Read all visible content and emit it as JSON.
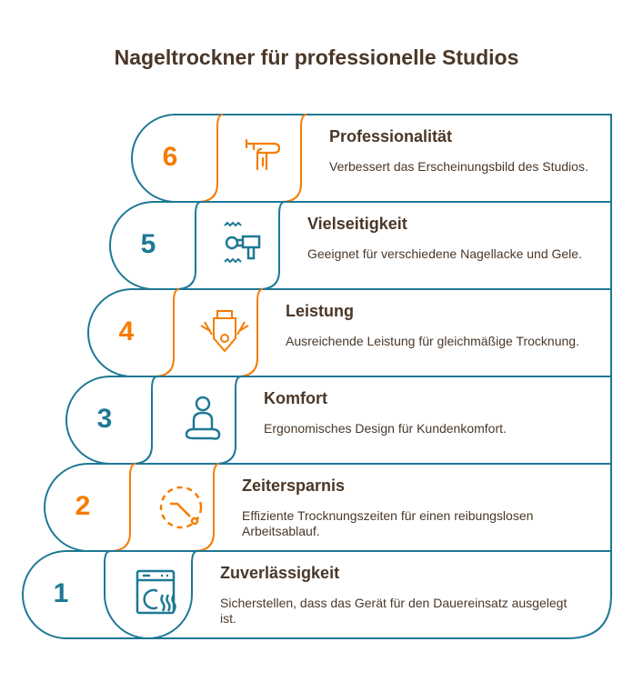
{
  "title": "Nageltrockner für professionelle Studios",
  "colors": {
    "teal": "#1e7896",
    "orange": "#f57c00",
    "text": "#4a3728"
  },
  "steps": [
    {
      "number": "6",
      "title": "Professionalität",
      "description": "Verbessert das Erscheinungsbild des Studios.",
      "icon": "hand-nail-dryer-icon",
      "color": "orange"
    },
    {
      "number": "5",
      "title": "Vielseitigkeit",
      "description": "Geeignet für verschiedene Nagellacke und Gele.",
      "icon": "massage-gun-icon",
      "color": "teal"
    },
    {
      "number": "4",
      "title": "Leistung",
      "description": "Ausreichende Leistung für gleichmäßige Trocknung.",
      "icon": "engine-power-icon",
      "color": "orange"
    },
    {
      "number": "3",
      "title": "Komfort",
      "description": "Ergonomisches Design für Kundenkomfort.",
      "icon": "relaxing-person-icon",
      "color": "teal"
    },
    {
      "number": "2",
      "title": "Zeitersparnis",
      "description": "Effiziente Trocknungszeiten für einen reibungslosen Arbeitsablauf.",
      "icon": "timer-icon",
      "color": "orange"
    },
    {
      "number": "1",
      "title": "Zuverlässigkeit",
      "description": "Sicherstellen, dass das Gerät für den Dauereinsatz ausgelegt ist.",
      "icon": "dryer-machine-icon",
      "color": "teal"
    }
  ]
}
